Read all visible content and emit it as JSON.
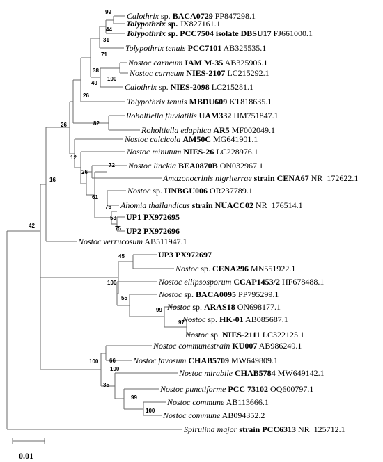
{
  "scale": {
    "label": "0.01"
  },
  "taxa": {
    "t01": {
      "a": "Calothrix",
      "b": "sp.",
      "c": "BACA0729",
      "d": "PP847298.1"
    },
    "t02": {
      "a": "Tolypothrix",
      "b": "sp.",
      "c": "",
      "d": "JX827161.1"
    },
    "t03": {
      "a": "Tolypothrix",
      "b": "sp.",
      "c": "PCC7504 isolate DBSU17",
      "d": "FJ661000.1"
    },
    "t04": {
      "a": "Tolypothrix tenuis",
      "b": "",
      "c": "PCC7101",
      "d": "AB325535.1"
    },
    "t05": {
      "a": "Nostoc carneum",
      "b": "",
      "c": "IAM M-35",
      "d": "AB325906.1"
    },
    "t06": {
      "a": "Nostoc carneum",
      "b": "",
      "c": "NIES-2107",
      "d": "LC215292.1"
    },
    "t07": {
      "a": "Calothrix",
      "b": "sp.",
      "c": "NIES-2098",
      "d": "LC215281.1"
    },
    "t08": {
      "a": "Tolypothrix tenuis",
      "b": "",
      "c": "MBDU609",
      "d": "KT818635.1"
    },
    "t09": {
      "a": "Roholtiella fluviatilis",
      "b": "",
      "c": "UAM332",
      "d": "HM751847.1"
    },
    "t10": {
      "a": "Roholtiella edaphica",
      "b": "",
      "c": "AR5",
      "d": "MF002049.1"
    },
    "t11": {
      "a": "Nostoc calcicola",
      "b": "",
      "c": "AM50C",
      "d": "MG641901.1"
    },
    "t12": {
      "a": "Nostoc minutum",
      "b": "",
      "c": "NIES-26",
      "d": "LC228976.1"
    },
    "t13": {
      "a": "Nostoc linckia",
      "b": "",
      "c": "BEA0870B",
      "d": "ON032967.1"
    },
    "t14": {
      "a": "Amazonocrinis nigriterrae",
      "b": "",
      "c": "strain CENA67",
      "d": "NR_172622.1"
    },
    "t15": {
      "a": "Nostoc",
      "b": "sp.",
      "c": "HNBGU006",
      "d": "OR237789.1"
    },
    "t16": {
      "a": "Ahomia thailandicus",
      "b": "",
      "c": "strain NUACC02",
      "d": "NR_176514.1"
    },
    "t17": {
      "a": "",
      "b": "",
      "c": "UP1 PX972695",
      "d": ""
    },
    "t18": {
      "a": "",
      "b": "",
      "c": "UP2 PX972696",
      "d": ""
    },
    "t19": {
      "a": "Nostoc verrucosum",
      "b": "",
      "c": "",
      "d": "AB511947.1"
    },
    "t20": {
      "a": "",
      "b": "",
      "c": "UP3 PX972697",
      "d": ""
    },
    "t21": {
      "a": "Nostoc",
      "b": "sp.",
      "c": "CENA296",
      "d": "MN551922.1"
    },
    "t22": {
      "a": "Nostoc ellipsosporum",
      "b": "",
      "c": "CCAP1453/2",
      "d": "HF678488.1"
    },
    "t23": {
      "a": "Nostoc",
      "b": "sp.",
      "c": "BACA0095",
      "d": "PP795299.1"
    },
    "t24": {
      "a": "Nostoc",
      "b": "sp.",
      "c": "ARAS18",
      "d": "ON698177.1"
    },
    "t25": {
      "a": "Nostoc",
      "b": "sp.",
      "c": "HK-01",
      "d": "AB085687.1"
    },
    "t26": {
      "a": "Nostoc",
      "b": "sp.",
      "c": "NIES-2111",
      "d": "LC322125.1"
    },
    "t27": {
      "a": "Nostoc communestrain",
      "b": "",
      "c": "KU007",
      "d": "AB986249.1"
    },
    "t28": {
      "a": "Nostoc favosum",
      "b": "",
      "c": "CHAB5709",
      "d": "MW649809.1"
    },
    "t29": {
      "a": "Nostoc mirabile",
      "b": "",
      "c": "CHAB5784",
      "d": "MW649142.1"
    },
    "t30": {
      "a": "Nostoc punctiforme",
      "b": "",
      "c": "PCC 73102",
      "d": "OQ600797.1"
    },
    "t31": {
      "a": "Nostoc commune",
      "b": "",
      "c": "",
      "d": "AB113666.1"
    },
    "t32": {
      "a": "Nostoc commune",
      "b": "",
      "c": "",
      "d": "AB094352.2"
    },
    "t33": {
      "a": "Spirulina major",
      "b": "",
      "c": "strain PCC6313",
      "d": "NR_125712.1"
    }
  },
  "bootstrap": {
    "n99a": "99",
    "n44": "44",
    "n31": "31",
    "n71": "71",
    "n38": "38",
    "n100a": "100",
    "n49": "49",
    "n26a": "26",
    "n82": "82",
    "n26b": "26",
    "n12": "12",
    "n72": "72",
    "n26c": "26",
    "n61": "61",
    "n76": "76",
    "n53": "53",
    "n75": "75",
    "n16": "16",
    "n42": "42",
    "n45": "45",
    "n100b": "100",
    "n55": "55",
    "n99b": "99",
    "n97": "97",
    "n100c": "100",
    "n66": "66",
    "n100d": "100",
    "n35": "35",
    "n99c": "99",
    "n100e": "100"
  }
}
